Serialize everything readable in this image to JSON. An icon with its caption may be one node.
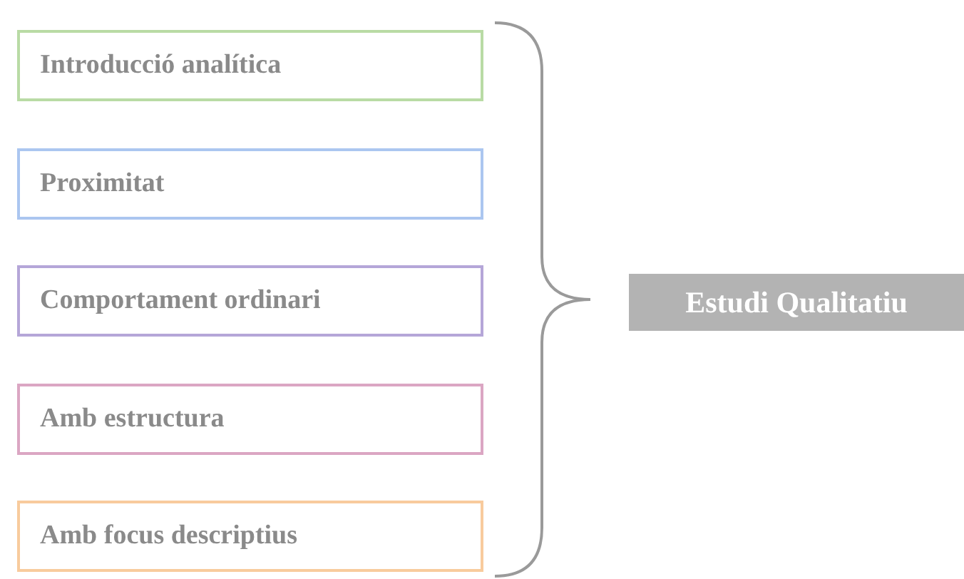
{
  "diagram": {
    "nodes": [
      {
        "text": [
          "Introducció analítica"
        ]
      },
      {
        "text": [
          "Proximitat"
        ]
      },
      {
        "text": [
          "Comportament ordinari"
        ]
      },
      {
        "text": [
          "Amb estructura"
        ]
      },
      {
        "text": [
          "Amb focus descriptius"
        ]
      },
      {
        "text": [
          "Estudi Qualitatiu"
        ]
      }
    ]
  }
}
